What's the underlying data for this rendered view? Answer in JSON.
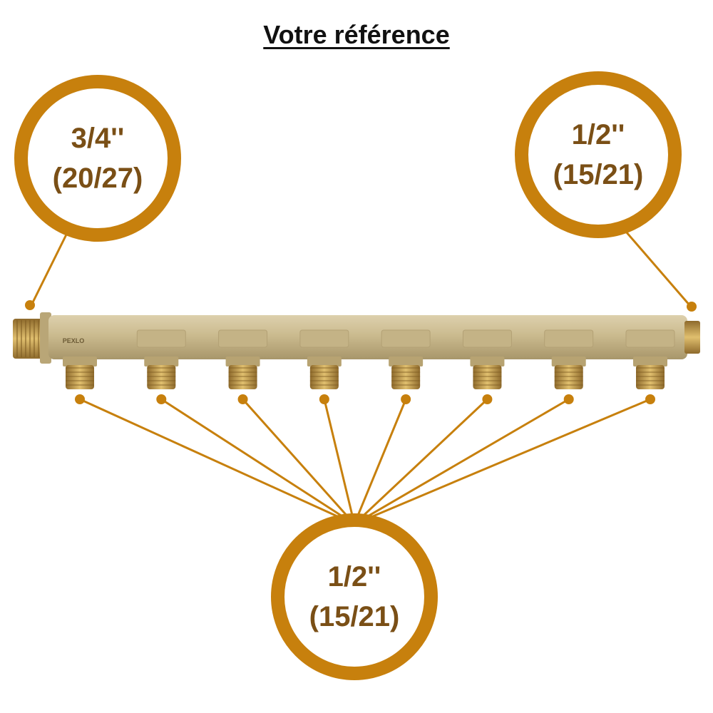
{
  "title": "Votre référence",
  "brand_mark": "PEXLO",
  "callouts": {
    "inlet": {
      "size": "3/4''",
      "metric": "(20/27)"
    },
    "end": {
      "size": "1/2''",
      "metric": "(15/21)"
    },
    "outlets": {
      "size": "1/2''",
      "metric": "(15/21)"
    }
  },
  "outlet_count": 8,
  "colors": {
    "accent": "#c7800d",
    "label_text": "#7a4f16",
    "brass": "#c9b98a"
  }
}
